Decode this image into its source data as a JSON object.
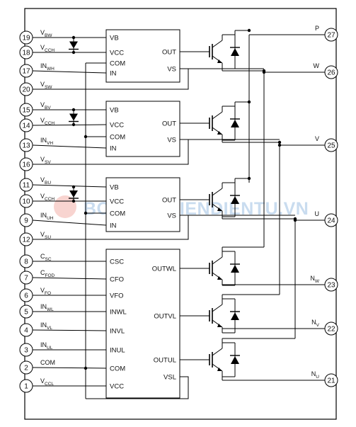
{
  "watermark": "BONLINHKIENDIENTU.VN",
  "left_pins": [
    {
      "num": "19",
      "name": "V",
      "sub": "BW"
    },
    {
      "num": "18",
      "name": "V",
      "sub": "CCH"
    },
    {
      "num": "17",
      "name": "IN",
      "sub": "WH"
    },
    {
      "num": "20",
      "name": "V",
      "sub": "SW"
    },
    {
      "num": "15",
      "name": "V",
      "sub": "BV"
    },
    {
      "num": "14",
      "name": "V",
      "sub": "CCH"
    },
    {
      "num": "13",
      "name": "IN",
      "sub": "VH"
    },
    {
      "num": "16",
      "name": "V",
      "sub": "SV"
    },
    {
      "num": "11",
      "name": "V",
      "sub": "BU"
    },
    {
      "num": "10",
      "name": "V",
      "sub": "CCH"
    },
    {
      "num": "9",
      "name": "IN",
      "sub": "UH"
    },
    {
      "num": "12",
      "name": "V",
      "sub": "SU"
    },
    {
      "num": "8",
      "name": "C",
      "sub": "SC"
    },
    {
      "num": "7",
      "name": "C",
      "sub": "FOD"
    },
    {
      "num": "6",
      "name": "V",
      "sub": "FO"
    },
    {
      "num": "5",
      "name": "IN",
      "sub": "WL"
    },
    {
      "num": "4",
      "name": "IN",
      "sub": "VL"
    },
    {
      "num": "3",
      "name": "IN",
      "sub": "UL"
    },
    {
      "num": "2",
      "name": "COM",
      "sub": ""
    },
    {
      "num": "1",
      "name": "V",
      "sub": "CCL"
    }
  ],
  "right_pins": [
    {
      "num": "27",
      "name": "P",
      "sub": ""
    },
    {
      "num": "26",
      "name": "W",
      "sub": ""
    },
    {
      "num": "25",
      "name": "V",
      "sub": ""
    },
    {
      "num": "24",
      "name": "U",
      "sub": ""
    },
    {
      "num": "23",
      "name": "N",
      "sub": "W"
    },
    {
      "num": "22",
      "name": "N",
      "sub": "V"
    },
    {
      "num": "21",
      "name": "N",
      "sub": "U"
    }
  ],
  "high_side_driver": {
    "pins_left": [
      "VB",
      "VCC",
      "COM",
      "IN"
    ],
    "pins_right": [
      "OUT",
      "VS"
    ]
  },
  "low_side_driver": {
    "pins_left": [
      "CSC",
      "CFO",
      "VFO",
      "INWL",
      "INVL",
      "INUL",
      "COM",
      "VCC"
    ],
    "pins_right": [
      "OUTWL",
      "OUTVL",
      "OUTUL",
      "VSL"
    ]
  }
}
